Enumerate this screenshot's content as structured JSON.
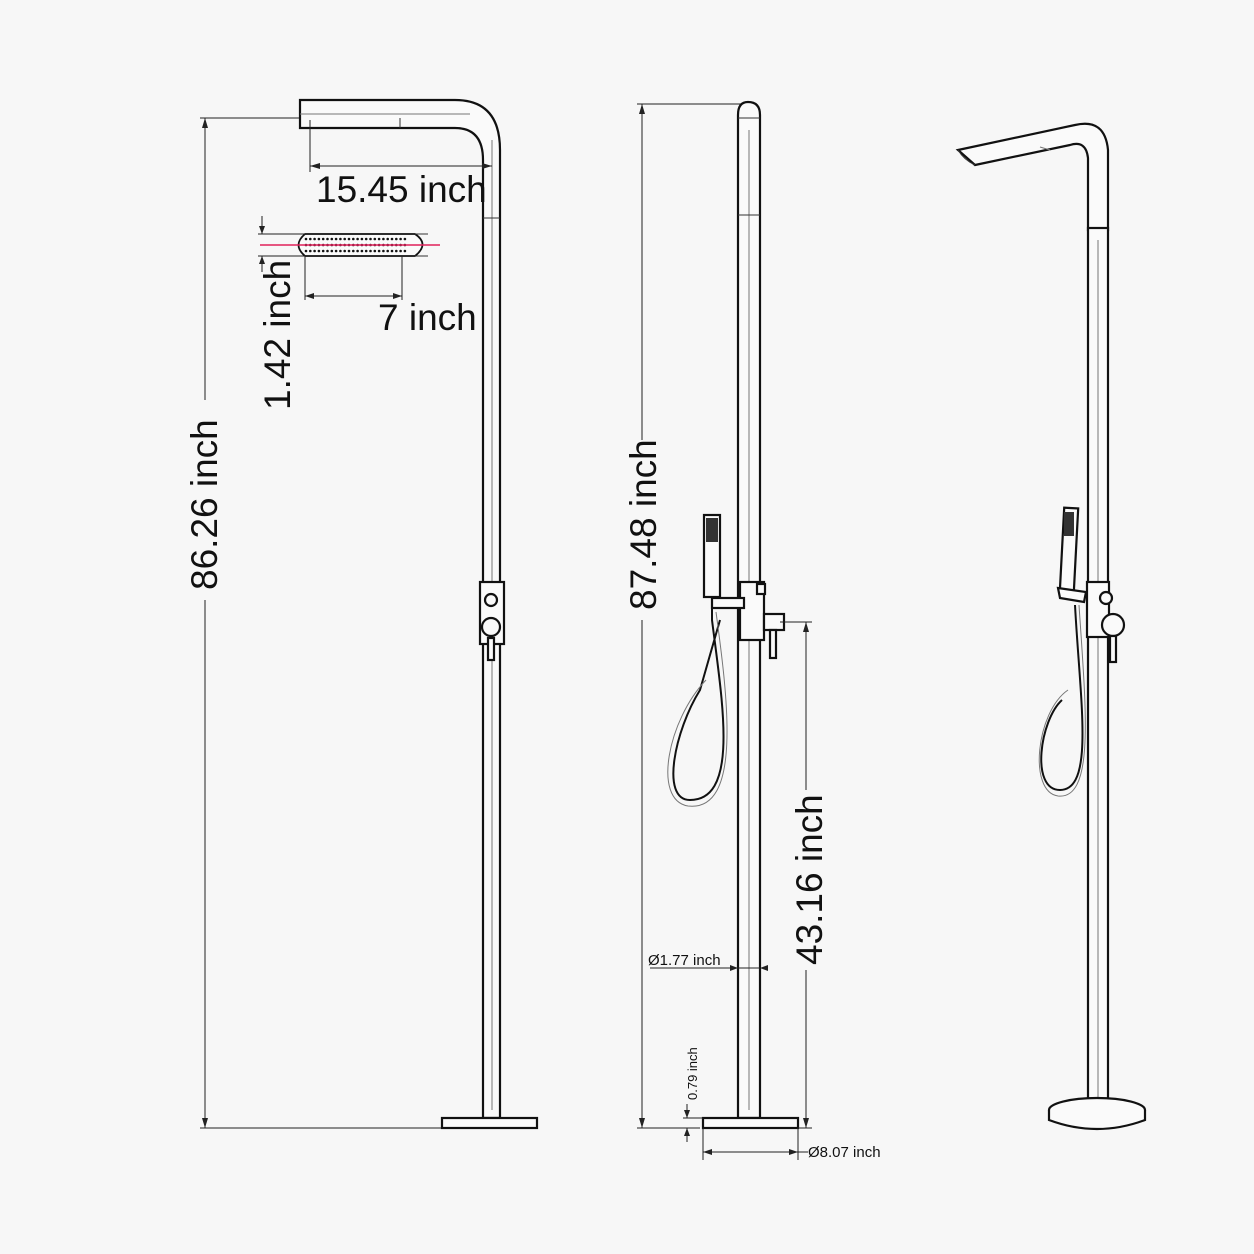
{
  "views": {
    "front": {
      "shower_height": "86.26 inch",
      "head_length": "15.45 inch",
      "head_width": "7 inch",
      "head_thickness": "1.42 inch"
    },
    "side": {
      "total_height": "87.48 inch",
      "valve_height": "43.16 inch",
      "pipe_diameter": "Ø1.77 inch",
      "base_thickness": "0.79 inch",
      "base_diameter": "Ø8.07 inch"
    }
  },
  "colors": {
    "background": "#f7f7f7",
    "line": "#111111",
    "centerline": "#e0205a"
  }
}
